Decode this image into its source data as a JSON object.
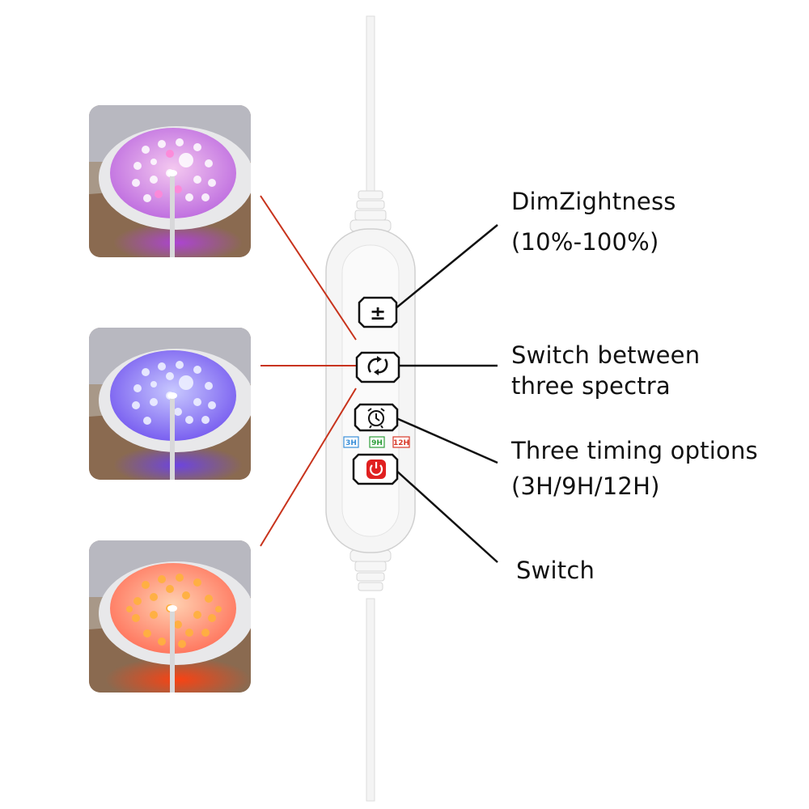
{
  "photos": [
    {
      "spectrum": "pink-purple",
      "led_color": "#e9a0e8",
      "glow_color": "#b040e0"
    },
    {
      "spectrum": "blue",
      "led_color": "#d8dcff",
      "glow_color": "#6a50f0"
    },
    {
      "spectrum": "red",
      "led_color": "#ffb040",
      "glow_color": "#ff5020"
    }
  ],
  "controller": {
    "buttons": [
      {
        "function": "dimming",
        "icon": "plus-minus-icon",
        "glyph": "±"
      },
      {
        "function": "spectrum",
        "icon": "cycle-arrows-icon"
      },
      {
        "function": "timer",
        "icon": "alarm-clock-icon"
      },
      {
        "function": "power",
        "icon": "power-icon"
      }
    ],
    "timer_badges": [
      {
        "label": "3H",
        "color": "#3a8fd8"
      },
      {
        "label": "9H",
        "color": "#2e9e3a"
      },
      {
        "label": "12H",
        "color": "#d83a2a"
      }
    ]
  },
  "callouts": {
    "dimming": {
      "line1": "DimZightness",
      "line2": "(10%-100%)"
    },
    "spectrum": {
      "line1": "Switch between",
      "line2": "three spectra"
    },
    "timing": {
      "line1": "Three timing options",
      "line2": "(3H/9H/12H)"
    },
    "switch": {
      "line1": "Switch"
    }
  },
  "colors": {
    "pointer_red": "#c8331c",
    "pointer_black": "#111111"
  }
}
